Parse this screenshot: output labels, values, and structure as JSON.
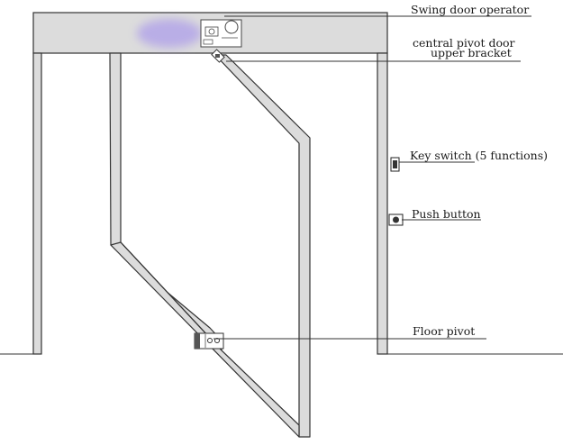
{
  "labels": {
    "swing_door_operator": "Swing door operator",
    "upper_bracket_line1": "central pivot door",
    "upper_bracket_line2": "upper bracket",
    "key_switch": "Key switch (5 functions)",
    "push_button": "Push button",
    "floor_pivot": "Floor pivot"
  },
  "colors": {
    "frame_fill": "#dcdcdc",
    "stroke": "#333333",
    "operator_highlight": "#b4a6e8"
  }
}
